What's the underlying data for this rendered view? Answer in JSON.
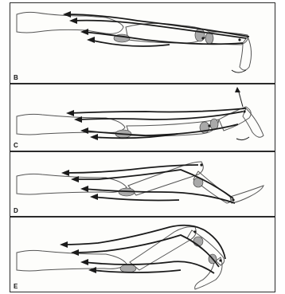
{
  "panels": [
    {
      "label": "B"
    },
    {
      "label": "C"
    },
    {
      "label": "D"
    },
    {
      "label": "E"
    }
  ],
  "colors": {
    "ink": "#1a1a1a",
    "bone_outline": "#555555",
    "sesamoid_fill": "#a9a9a9",
    "panel_background": "#fdfdfb"
  }
}
